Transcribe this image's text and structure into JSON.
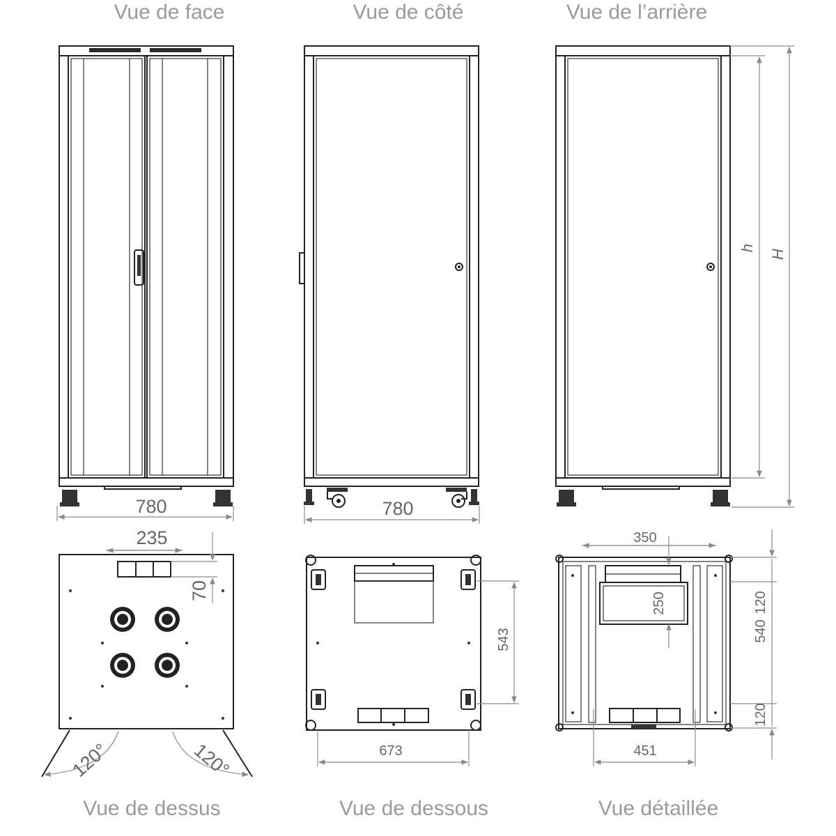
{
  "views": {
    "front": "Vue de face",
    "side": "Vue de côté",
    "rear": "Vue de l’arrière",
    "top": "Vue de dessus",
    "bottom": "Vue de dessous",
    "detail": "Vue détaillée"
  },
  "dimensions": {
    "front_width": "780",
    "side_width": "780",
    "rear_inner_height": "h",
    "rear_outer_height": "H",
    "top_opening_width": "235",
    "top_opening_depth": "70",
    "top_door_angle_left": "120°",
    "top_door_angle_right": "120°",
    "bottom_depth": "543",
    "bottom_width": "673",
    "detail_opening_width": "350",
    "detail_opening_depth": "250",
    "detail_top_margin": "120",
    "detail_middle": "540",
    "detail_bottom_margin": "120",
    "detail_bottom_width": "451"
  }
}
